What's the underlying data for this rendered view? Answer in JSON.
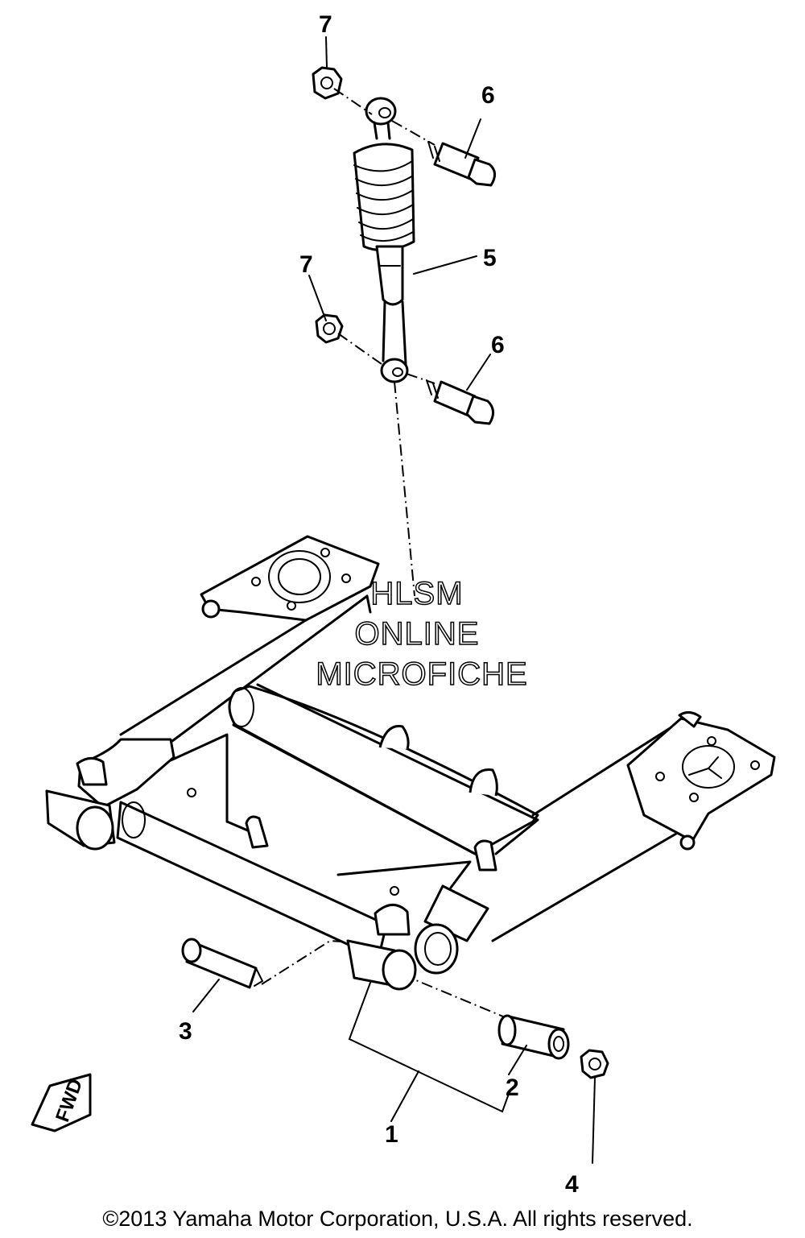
{
  "callouts": {
    "c1": "1",
    "c2": "2",
    "c3": "3",
    "c4": "4",
    "c5": "5",
    "c6_top": "6",
    "c6_bottom": "6",
    "c7_top": "7",
    "c7_bottom": "7"
  },
  "watermark": {
    "line1": "HLSM",
    "line2": "ONLINE",
    "line3": "MICROFICHE"
  },
  "fwd_label": "FWD",
  "copyright": "©2013 Yamaha Motor Corporation, U.S.A. All rights reserved."
}
